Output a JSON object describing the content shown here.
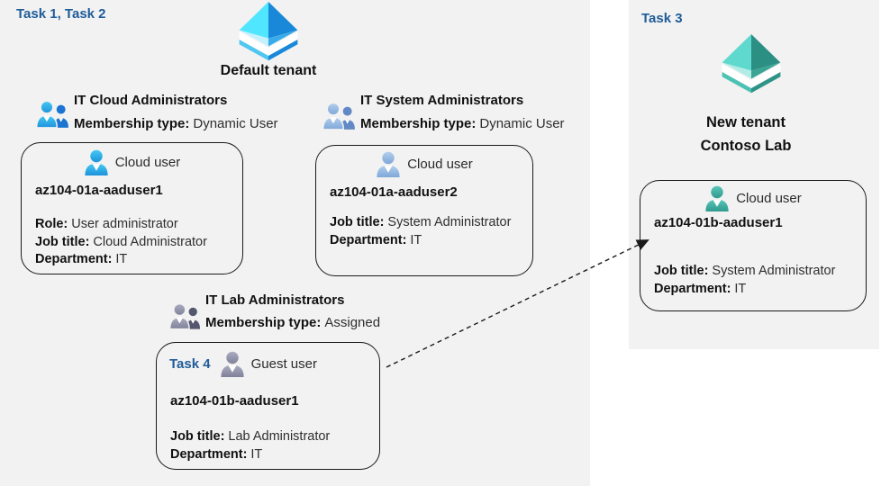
{
  "colors": {
    "panel_bg": "#f2f2f2",
    "task_label_blue": "#1f5c99",
    "text": "#1f1f1f",
    "card_border": "#1a1a1a",
    "arrow": "#1a1a1a",
    "tenant_blue": {
      "light": "#50e6ff",
      "dark": "#1988d9",
      "pale": "#c3f1ff",
      "mid": "#3aabea"
    },
    "tenant_teal": {
      "light": "#5fd9cd",
      "dark": "#2b8f83",
      "pale": "#b2ece6",
      "mid": "#3ba495"
    }
  },
  "left_panel": {
    "task_label": "Task 1, Task 2",
    "tenant": {
      "icon": "azure-tenant-icon-blue",
      "name": "Default tenant"
    },
    "groups": [
      {
        "icon": "group-people-icon-blue",
        "name": "IT Cloud Administrators",
        "membership_label": "Membership type:",
        "membership_value": "Dynamic User"
      },
      {
        "icon": "group-people-icon-pale-blue",
        "name": "IT System Administrators",
        "membership_label": "Membership type:",
        "membership_value": "Dynamic User"
      },
      {
        "icon": "group-people-icon-slate",
        "name": "IT Lab Administrators",
        "membership_label": "Membership type:",
        "membership_value": "Assigned"
      }
    ]
  },
  "right_panel": {
    "task_label": "Task 3",
    "tenant": {
      "icon": "azure-tenant-icon-teal",
      "name_line1": "New tenant",
      "name_line2": "Contoso Lab"
    }
  },
  "cards": [
    {
      "icon": "person-icon-blue",
      "user_type": "Cloud user",
      "username": "az104-01a-aaduser1",
      "attributes": [
        {
          "label": "Role:",
          "value": "User administrator"
        },
        {
          "label": "Job title:",
          "value": "Cloud Administrator"
        },
        {
          "label": "Department:",
          "value": "IT"
        }
      ]
    },
    {
      "icon": "person-icon-pale-blue",
      "user_type": "Cloud user",
      "username": "az104-01a-aaduser2",
      "attributes": [
        {
          "label": "Job title:",
          "value": "System Administrator"
        },
        {
          "label": "Department:",
          "value": "IT"
        }
      ]
    },
    {
      "task_label": "Task 4",
      "icon": "person-icon-slate",
      "user_type": "Guest user",
      "username": "az104-01b-aaduser1",
      "attributes": [
        {
          "label": "Job title:",
          "value": "Lab Administrator"
        },
        {
          "label": "Department:",
          "value": "IT"
        }
      ]
    },
    {
      "icon": "person-icon-teal",
      "user_type": "Cloud user",
      "username": "az104-01b-aaduser1",
      "attributes": [
        {
          "label": "Job title:",
          "value": "System Administrator"
        },
        {
          "label": "Department:",
          "value": "IT"
        }
      ]
    }
  ],
  "arrow": {
    "from": "guest-user-card",
    "to": "new-tenant-cloud-user-card",
    "style": "dashed-black"
  }
}
